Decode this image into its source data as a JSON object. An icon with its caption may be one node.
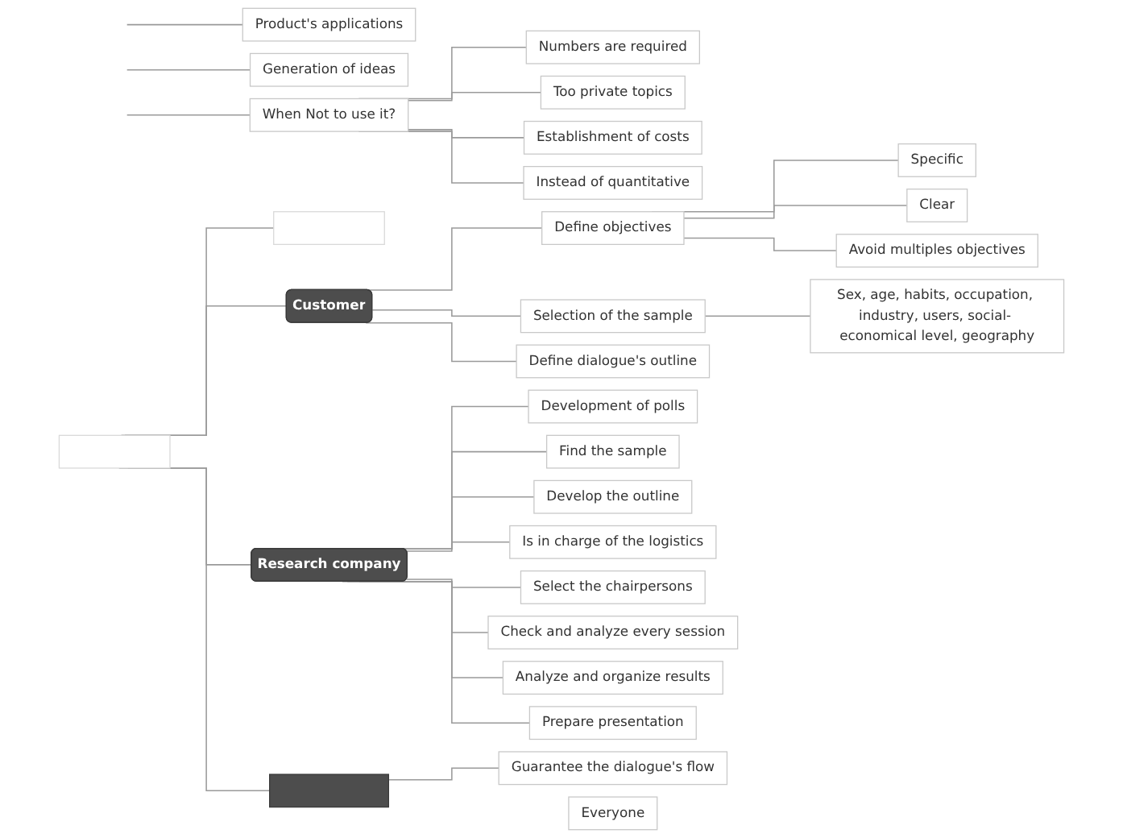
{
  "diagram": {
    "nodes": [
      {
        "text": [],
        "shape": "box"
      },
      {
        "text": [],
        "shape": "box"
      },
      {
        "text": [
          "Product's applications"
        ]
      },
      {
        "text": [
          "Generation of ideas"
        ]
      },
      {
        "text": [
          "When Not to use it?"
        ]
      },
      {
        "text": [
          "Numbers are required"
        ]
      },
      {
        "text": [
          "Too private topics"
        ]
      },
      {
        "text": [
          "Establishment of costs"
        ]
      },
      {
        "text": [
          "Instead of quantitative"
        ]
      },
      {
        "text": [
          "Customer"
        ]
      },
      {
        "text": [
          "Define objectives"
        ]
      },
      {
        "text": [
          "Specific"
        ]
      },
      {
        "text": [
          "Clear"
        ]
      },
      {
        "text": [
          "Avoid multiples objectives"
        ]
      },
      {
        "text": [
          "Selection of the sample"
        ]
      },
      {
        "text": [
          "Sex, age, habits, occupation, industry, users, social- economical level, geography"
        ]
      },
      {
        "text": [
          "Define dialogue's outline"
        ]
      },
      {
        "text": [
          "Research company"
        ]
      },
      {
        "text": [
          "Development of polls"
        ]
      },
      {
        "text": [
          "Find the sample"
        ]
      },
      {
        "text": [
          "Develop the outline"
        ]
      },
      {
        "text": [
          "Is in charge of the logistics"
        ]
      },
      {
        "text": [
          "Select the chairpersons"
        ]
      },
      {
        "text": [
          "Check and analyze every session"
        ]
      },
      {
        "text": [
          "Analyze and organize results"
        ]
      },
      {
        "text": [
          "Prepare presentation"
        ]
      },
      {
        "text": [],
        "shape": "box"
      },
      {
        "text": [
          "Guarantee the dialogue's flow"
        ]
      },
      {
        "text": [
          "Everyone"
        ]
      }
    ],
    "edges": [
      {
        "from": 0,
        "to": 1,
        "arrow": "none"
      },
      {
        "from": null,
        "to": 2,
        "arrow": "none"
      },
      {
        "from": null,
        "to": 3,
        "arrow": "none"
      },
      {
        "from": null,
        "to": 4,
        "arrow": "none"
      },
      {
        "from": 4,
        "to": 5,
        "arrow": "none"
      },
      {
        "from": 4,
        "to": 6,
        "arrow": "none"
      },
      {
        "from": 4,
        "to": 7,
        "arrow": "none"
      },
      {
        "from": 4,
        "to": 8,
        "arrow": "none"
      },
      {
        "from": 0,
        "to": 9,
        "arrow": "none"
      },
      {
        "from": 9,
        "to": 10,
        "arrow": "none"
      },
      {
        "from": 10,
        "to": 11,
        "arrow": "none"
      },
      {
        "from": 10,
        "to": 12,
        "arrow": "none"
      },
      {
        "from": 10,
        "to": 13,
        "arrow": "none"
      },
      {
        "from": 9,
        "to": 14,
        "arrow": "none"
      },
      {
        "from": 14,
        "to": 15,
        "arrow": "none"
      },
      {
        "from": 9,
        "to": 16,
        "arrow": "none"
      },
      {
        "from": 0,
        "to": 17,
        "arrow": "none"
      },
      {
        "from": 17,
        "to": 18,
        "arrow": "none"
      },
      {
        "from": 17,
        "to": 19,
        "arrow": "none"
      },
      {
        "from": 17,
        "to": 20,
        "arrow": "none"
      },
      {
        "from": 17,
        "to": 21,
        "arrow": "none"
      },
      {
        "from": 17,
        "to": 22,
        "arrow": "none"
      },
      {
        "from": 17,
        "to": 23,
        "arrow": "none"
      },
      {
        "from": 17,
        "to": 24,
        "arrow": "none"
      },
      {
        "from": 17,
        "to": 25,
        "arrow": "none"
      },
      {
        "from": 0,
        "to": 26,
        "arrow": "none"
      },
      {
        "from": 26,
        "to": 27,
        "arrow": "none"
      }
    ]
  }
}
